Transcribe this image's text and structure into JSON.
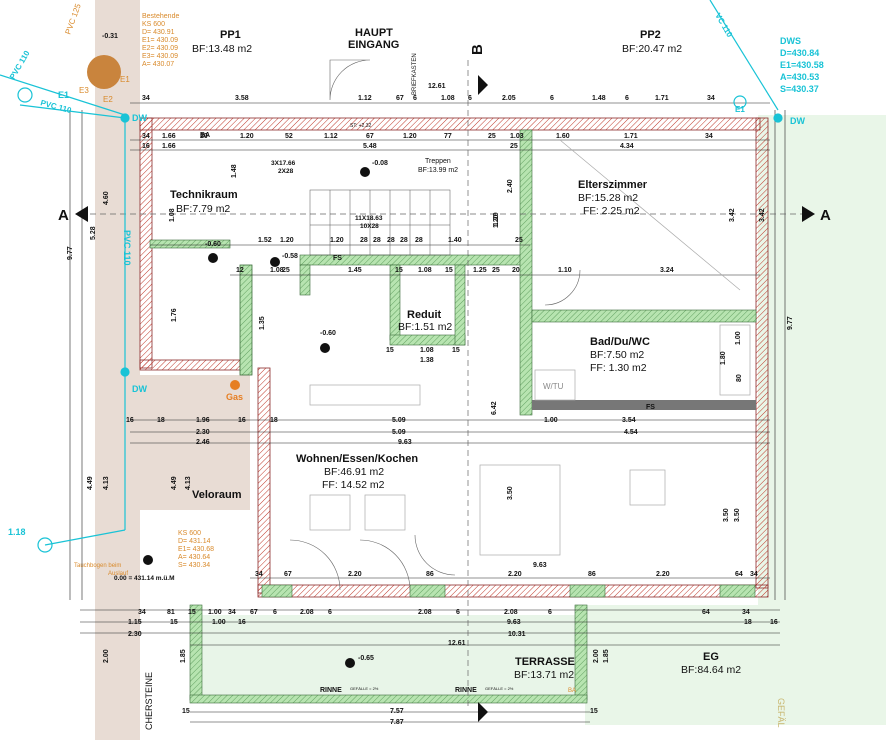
{
  "rooms": {
    "pp1": {
      "name": "PP1",
      "area": "BF:13.48 m2"
    },
    "pp2": {
      "name": "PP2",
      "area": "BF:20.47 m2"
    },
    "haupt": {
      "line1": "HAUPT",
      "line2": "EINGANG"
    },
    "technik": {
      "name": "Technikraum",
      "area": "BF:7.79 m2"
    },
    "treppen": {
      "name": "Treppen",
      "area": "BF:13.99 m2"
    },
    "eltern": {
      "name": "Elterszimmer",
      "area": "BF:15.28 m2",
      "ff": "FF: 2.25 m2"
    },
    "reduit": {
      "name": "Reduit",
      "area": "BF:1.51 m2"
    },
    "bad": {
      "name": "Bad/Du/WC",
      "area": "BF:7.50 m2",
      "ff": "FF: 1.30 m2"
    },
    "wohnen": {
      "name": "Wohnen/Essen/Kochen",
      "area": "BF:46.91 m2",
      "ff": "FF: 14.52 m2"
    },
    "velo": {
      "name": "Veloraum"
    },
    "terrasse": {
      "name": "TERRASSE",
      "area": "BF:13.71 m2"
    },
    "eg": {
      "name": "EG",
      "area": "BF:84.64 m2"
    }
  },
  "labels": {
    "briefkasten": "BRIEFKASTEN",
    "stairs1": "3X17.66",
    "stairs1b": "2X28",
    "stairs2": "11X18.63",
    "stairs2b": "10X28",
    "gas": "Gas",
    "wtu": "W/TU",
    "fs": "FS",
    "ba": "BA",
    "dw": "DW",
    "pvc110": "PVC 110",
    "pvc125": "PVC 125",
    "vc110": "VC 110",
    "e1": "E1",
    "e2": "E2",
    "e3": "E3",
    "sectionA": "A",
    "sectionB": "B",
    "rinne": "RINNE",
    "gefaelle": "GEFÄLLE = 2%",
    "chersteine": "CHERSTEINE",
    "gefal": "GEFÄL",
    "level": "0.00 = 431.14 m.ü.M",
    "tauch": "Tauchbogen beim",
    "auslauf": "Auslauf",
    "small_st": "ST: +2.32",
    "minus008": "-0.08",
    "minus060a": "-0.60",
    "minus058": "-0.58",
    "minus060b": "-0.60",
    "minus065": "-0.65",
    "minus031": "-0.31",
    "left118": "1.18"
  },
  "ks_top": {
    "title": "Bestehende",
    "l1": "KS 600",
    "l2": "D= 430.91",
    "l3": "E1= 430.09",
    "l4": "E2= 430.09",
    "l5": "E3= 430.09",
    "l6": "A= 430.07"
  },
  "ks_bottom": {
    "l1": "KS 600",
    "l2": "D= 431.14",
    "l3": "E1= 430.68",
    "l4": "A= 430.64",
    "l5": "S= 430.34"
  },
  "dws": {
    "l1": "DWS",
    "l2": "D=430.84",
    "l3": "E1=430.58",
    "l4": "A=430.53",
    "l5": "S=430.37"
  },
  "dims": {
    "top": [
      "34",
      "3.58",
      "1.12",
      "67",
      "6",
      "1.08",
      "6",
      "2.05",
      "6",
      "1.48",
      "6",
      "1.71",
      "34"
    ],
    "top_total": "12.61",
    "row2": [
      "34",
      "1.66",
      "20",
      "1.20",
      "52",
      "1.12",
      "67",
      "1.20",
      "77",
      "25",
      "1.03",
      "1.60",
      "1.71",
      "34"
    ],
    "row2b": [
      "16",
      "1.66",
      "5.48",
      "25",
      "4.34"
    ],
    "mid": [
      "1.52",
      "1.20",
      "1.20",
      "28",
      "28",
      "28",
      "28",
      "28",
      "1.40",
      "25"
    ],
    "row_fs": [
      "12",
      "1.08",
      "25",
      "1.45",
      "15",
      "1.08",
      "15",
      "1.25",
      "25",
      "20",
      "1.10",
      "3.24"
    ],
    "reduit": [
      "15",
      "1.08",
      "15",
      "1.38"
    ],
    "bad_row": [
      "1.00",
      "3.54",
      "4.54"
    ],
    "living": [
      "16",
      "18",
      "1.96",
      "16",
      "18",
      "5.09",
      "2.30",
      "5.09",
      "2.46",
      "9.63"
    ],
    "bottom1": [
      "34",
      "67",
      "2.20",
      "86",
      "2.20",
      "86",
      "2.20",
      "64",
      "34"
    ],
    "bottom_963": "9.63",
    "bottom2": [
      "34",
      "81",
      "15",
      "1.00",
      "34",
      "67",
      "6",
      "2.08",
      "6",
      "2.08",
      "6",
      "2.08",
      "6",
      "64",
      "34"
    ],
    "bottom3": [
      "1.15",
      "15",
      "1.00",
      "16",
      "9.63",
      "18",
      "16"
    ],
    "bottom4": [
      "2.30",
      "10.31"
    ],
    "bottom5": "12.61",
    "terr": [
      "7.57",
      "7.87",
      "15",
      "15"
    ],
    "vert_left": [
      "9.77",
      "5.28",
      "4.60",
      "4.49",
      "4.13",
      "4.49",
      "4.13"
    ],
    "vert_right": [
      "3.42",
      "3.42",
      "9.77",
      "1.00",
      "80",
      "1.80",
      "3.50",
      "3.50"
    ],
    "vert_misc": [
      "1.48",
      "1.08",
      "1.76",
      "1.35",
      "2.40",
      "1.20",
      "1.20",
      "6.42",
      "3.50",
      "2.00",
      "1.85",
      "2.00",
      "1.85"
    ]
  }
}
